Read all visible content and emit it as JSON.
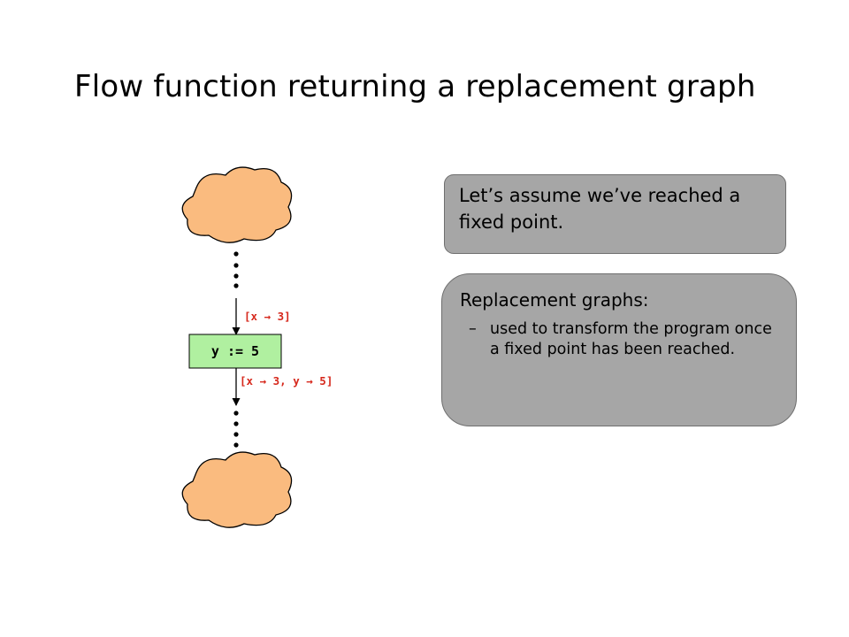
{
  "title": "Flow function returning a replacement graph",
  "node": {
    "label": "y := 5"
  },
  "edges": {
    "in_label": "[x → 3]",
    "out_label": "[x → 3, y → 5]"
  },
  "callouts": {
    "fixed_point": "Let’s assume we’ve reached a fixed point.",
    "replacement": {
      "heading": "Replacement graphs:",
      "bullet_marker": "–",
      "bullet": "used to transform the program once a fixed point has been reached."
    }
  },
  "colors": {
    "cloud_fill": "#fabb7f",
    "node_fill": "#b0f0a0",
    "edge_label": "#d6281c",
    "callout_fill": "#a6a6a6"
  }
}
